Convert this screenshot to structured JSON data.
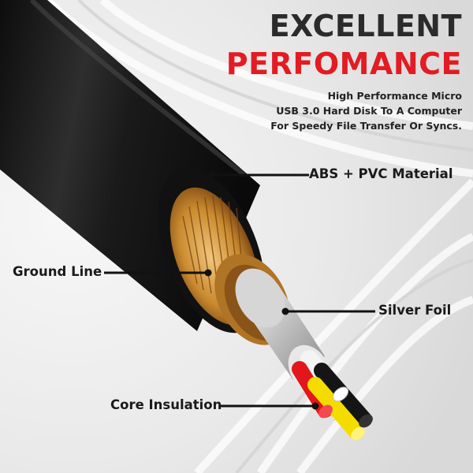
{
  "heading": {
    "line1": "EXCELLENT",
    "line2": "PERFOMANCE",
    "line1_color": "#2b2b2b",
    "line2_color": "#e31b23"
  },
  "subtitle": {
    "line1": "High Performance Micro",
    "line2": "USB 3.0 Hard Disk To A Computer",
    "line3": "For Speedy File Transfer Or Syncs."
  },
  "labels": {
    "abs_pvc": "ABS + PVC Material",
    "ground_line": "Ground Line",
    "silver_foil": "Silver Foil",
    "core_insulation": "Core Insulation"
  },
  "colors": {
    "jacket": "#1c1c1c",
    "copper": "#c98a2e",
    "silver": "#c8c8c8",
    "wire_red": "#e3161b",
    "wire_white": "#f4f4f4",
    "wire_black": "#151515",
    "wire_yellow": "#f4dc00"
  }
}
